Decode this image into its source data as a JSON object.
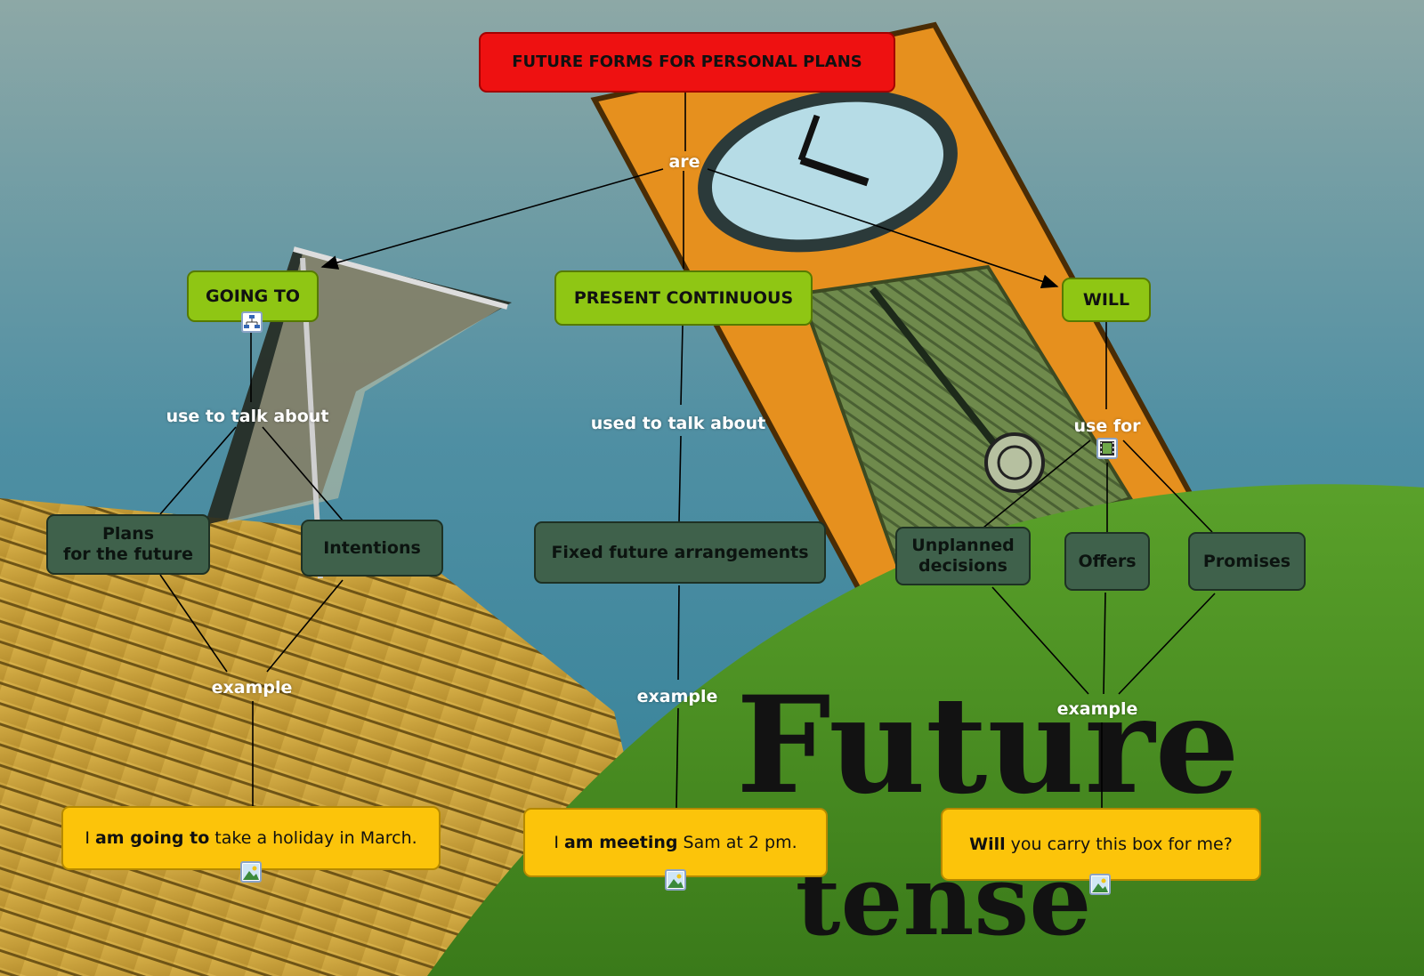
{
  "title": "FUTURE FORMS FOR PERSONAL PLANS",
  "background": {
    "word1": "Future",
    "word2": "tense"
  },
  "forms": {
    "going_to": {
      "label": "GOING TO",
      "link_label": "use to talk about",
      "uses": [
        [
          "Plans",
          "for the future"
        ],
        [
          "Intentions"
        ]
      ],
      "example_link_label": "example",
      "example": {
        "pre": "I ",
        "bold": "am going to",
        "post": " take a holiday in March."
      }
    },
    "present_continuous": {
      "label": "PRESENT CONTINUOUS",
      "link_label": "used to talk about",
      "uses": [
        [
          "Fixed future arrangements"
        ]
      ],
      "example_link_label": "example",
      "example": {
        "pre": "I ",
        "bold": "am meeting",
        "post": " Sam at 2 pm."
      }
    },
    "will": {
      "label": "WILL",
      "link_label": "use for",
      "uses": [
        [
          "Unplanned",
          "decisions"
        ],
        [
          "Offers"
        ],
        [
          "Promises"
        ]
      ],
      "example_link_label": "example",
      "example": {
        "pre": "",
        "bold": "Will",
        "post": " you carry this box for me?"
      }
    }
  },
  "root_link_label": "are",
  "icons": [
    "concept-map-icon",
    "video-icon",
    "image-icon",
    "image-icon",
    "image-icon"
  ],
  "colors": {
    "title_fill": "#ee1111",
    "form_fill": "#8fc614",
    "use_fill": "#3f614b",
    "example_fill": "#fcc40a",
    "link_label_text": "#ffffff"
  }
}
